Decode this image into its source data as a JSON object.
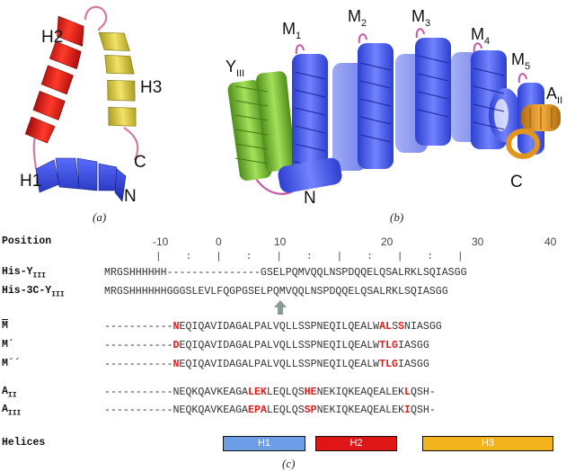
{
  "panels": {
    "a": {
      "label": "(a)",
      "helix_labels": [
        "H2",
        "H3",
        "H1"
      ],
      "terminus_labels": [
        "C",
        "N"
      ],
      "colors": {
        "H1": "#3a4fe0",
        "H2": "#e01515",
        "H3": "#d8c83a",
        "loop": "#d67aa5"
      }
    },
    "b": {
      "label": "(b)",
      "repeat_labels": [
        "Y",
        "M",
        "M",
        "M",
        "M",
        "M",
        "A"
      ],
      "repeat_subscripts": [
        "III",
        "1",
        "2",
        "3",
        "4",
        "5",
        "II"
      ],
      "terminus_labels": [
        "N",
        "C"
      ],
      "colors": {
        "Y": "#7ec33a",
        "M": "#4a5ce6",
        "A": "#e0951f",
        "loop": "#c65aa8"
      }
    },
    "c": {
      "label": "(c)",
      "position_header": "Position",
      "position_numbers": [
        "-10",
        "0",
        "10",
        "20",
        "30",
        "40"
      ],
      "ruler_marks": "|  :  |  :  |  :  |  :  |  :  |",
      "rows": [
        {
          "label": "His-Y",
          "sub": "III",
          "segments": [
            {
              "t": "MRGSHHHHHH---------------GSELPQMVQQLNSPDQQELQSALRKLSQIASGG",
              "m": false
            }
          ]
        },
        {
          "label": "His-3C-Y",
          "sub": "III",
          "segments": [
            {
              "t": "MRGSHHHHHHGGGSLEVLFQGPGSELPQMVQQLNSPDQQELQSALRKLSQIASGG",
              "m": false
            }
          ]
        },
        {
          "label": "M",
          "sub": "",
          "overline": true,
          "segments": [
            {
              "t": "-----------",
              "m": false
            },
            {
              "t": "N",
              "m": true
            },
            {
              "t": "EQIQAVIDAGALPALVQLLSSPNEQILQEALW",
              "m": false
            },
            {
              "t": "AL",
              "m": true
            },
            {
              "t": "S",
              "m": false
            },
            {
              "t": "S",
              "m": true
            },
            {
              "t": "NIASGG",
              "m": false
            }
          ]
        },
        {
          "label": "M´",
          "sub": "",
          "segments": [
            {
              "t": "-----------",
              "m": false
            },
            {
              "t": "D",
              "m": true
            },
            {
              "t": "EQIQAVIDAGALPALVQLLSSPNEQILQEALW",
              "m": false
            },
            {
              "t": "TLG",
              "m": true
            },
            {
              "t": "IASGG",
              "m": false
            }
          ]
        },
        {
          "label": "M´´",
          "sub": "",
          "segments": [
            {
              "t": "-----------",
              "m": false
            },
            {
              "t": "N",
              "m": true
            },
            {
              "t": "EQIQAVIDAGALPALVQLLSSPNEQILQEALW",
              "m": false
            },
            {
              "t": "TLG",
              "m": true
            },
            {
              "t": "IASGG",
              "m": false
            }
          ]
        },
        {
          "label": "A",
          "sub": "II",
          "segments": [
            {
              "t": "-----------NEQKQAVKEAGA",
              "m": false
            },
            {
              "t": "LEK",
              "m": true
            },
            {
              "t": "LEQLQS",
              "m": false
            },
            {
              "t": "HE",
              "m": true
            },
            {
              "t": "NEKIQKEAQEALEK",
              "m": false
            },
            {
              "t": "L",
              "m": true
            },
            {
              "t": "QSH-",
              "m": false
            }
          ]
        },
        {
          "label": "A",
          "sub": "III",
          "segments": [
            {
              "t": "-----------NEQKQAVKEAGA",
              "m": false
            },
            {
              "t": "EPA",
              "m": true
            },
            {
              "t": "LEQLQS",
              "m": false
            },
            {
              "t": "SP",
              "m": true
            },
            {
              "t": "NEKIQKEAQEALEK",
              "m": false
            },
            {
              "t": "I",
              "m": true
            },
            {
              "t": "QSH-",
              "m": false
            }
          ]
        }
      ],
      "helices_label": "Helices",
      "helices": [
        {
          "name": "H1",
          "color": "#6c9ee8"
        },
        {
          "name": "H2",
          "color": "#e01515"
        },
        {
          "name": "H3",
          "color": "#f2b21c"
        }
      ],
      "arrow_color": "#8a9a98"
    }
  }
}
